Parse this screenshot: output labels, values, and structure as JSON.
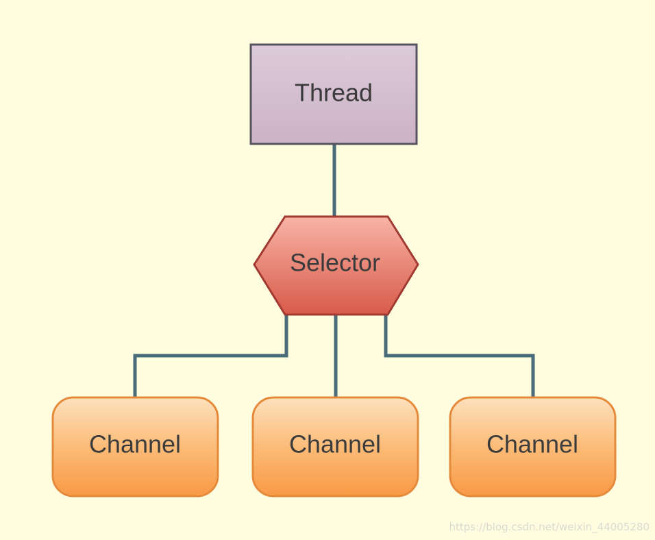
{
  "diagram": {
    "nodes": {
      "thread": {
        "label": "Thread",
        "shape": "rectangle",
        "fill": "#d3bfcf",
        "stroke": "#54535e"
      },
      "selector": {
        "label": "Selector",
        "shape": "hexagon",
        "fill_top": "#f7b4a6",
        "fill_bottom": "#d95a4a",
        "stroke": "#a13a31"
      },
      "channels": [
        {
          "label": "Channel",
          "shape": "rounded-rectangle"
        },
        {
          "label": "Channel",
          "shape": "rounded-rectangle"
        },
        {
          "label": "Channel",
          "shape": "rounded-rectangle"
        }
      ]
    },
    "channel_fill_top": "#fde1bd",
    "channel_fill_bottom": "#f79a45",
    "channel_stroke": "#e58a3a",
    "connector_color": "#4a6b7a",
    "edges": [
      {
        "from": "thread",
        "to": "selector"
      },
      {
        "from": "selector",
        "to": "channel-1"
      },
      {
        "from": "selector",
        "to": "channel-2"
      },
      {
        "from": "selector",
        "to": "channel-3"
      }
    ]
  },
  "watermark": "https://blog.csdn.net/weixin_44005280"
}
